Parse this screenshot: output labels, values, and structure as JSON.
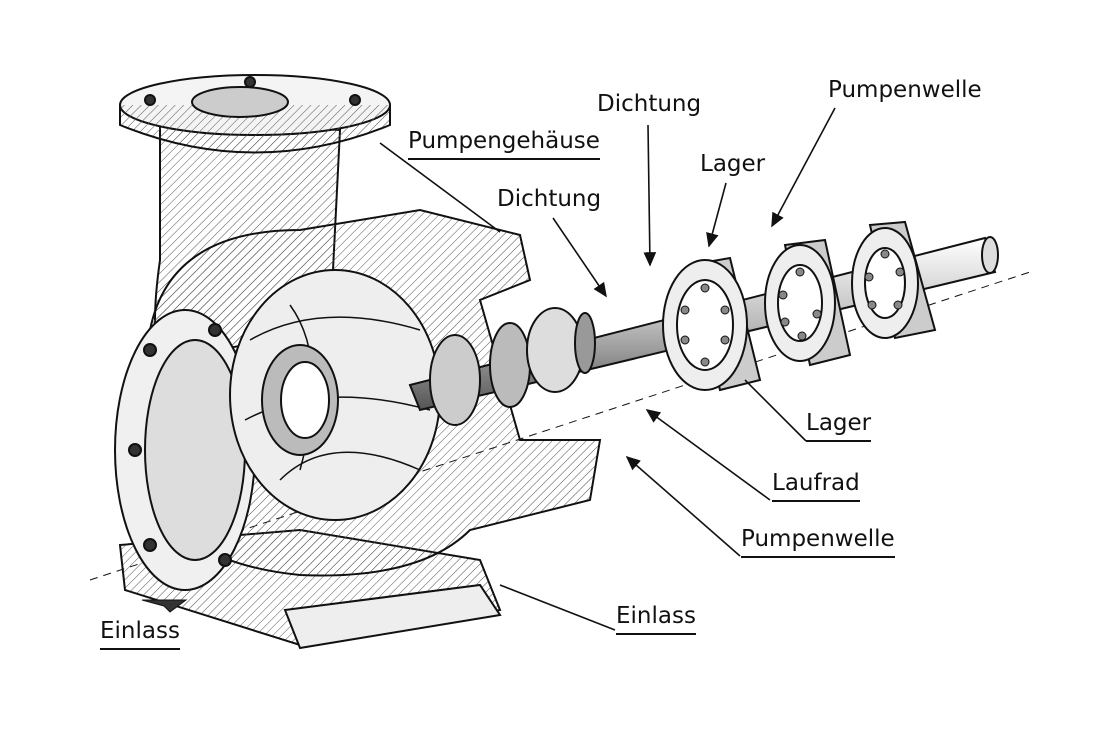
{
  "title": "Kreiselpumpe Explosionsdarstellung",
  "labels": {
    "pumpenwelle_top": "Pumpenwelle",
    "dichtung_top": "Dichtung",
    "pumpengehaeuse": "Pumpengehäuse",
    "dichtung_mid": "Dichtung",
    "lager_top": "Lager",
    "lager_bottom": "Lager",
    "laufrad": "Laufrad",
    "pumpenwelle_bottom": "Pumpenwelle",
    "einlass_right": "Einlass",
    "einlass_left": "Einlass"
  },
  "colors": {
    "ink": "#111111",
    "paper": "#ffffff",
    "shade": "#d9d9d9"
  }
}
